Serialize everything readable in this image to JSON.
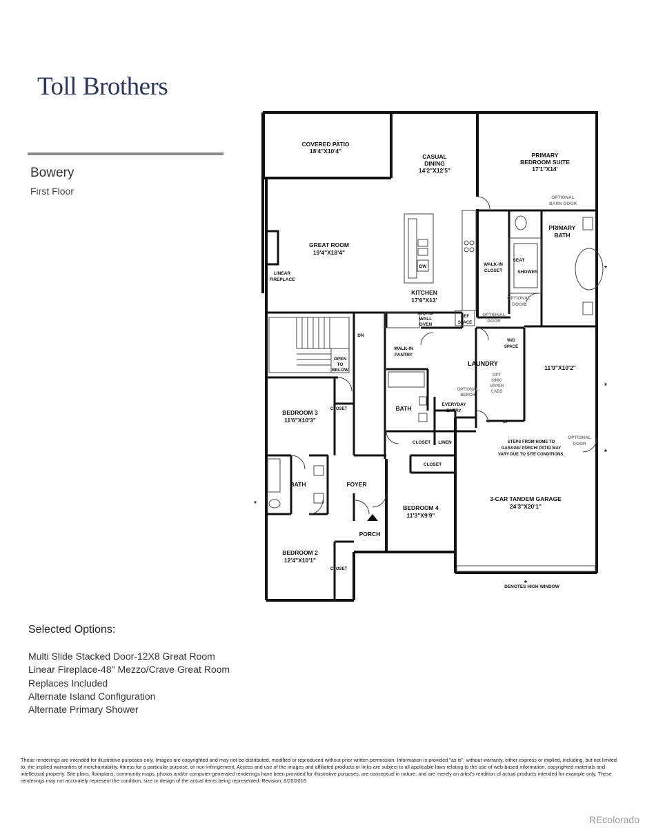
{
  "brand": "Toll Brothers",
  "model": "Bowery",
  "floor": "First Floor",
  "selected_options_heading": "Selected Options:",
  "selected_options": [
    "Multi Slide Stacked Door-12X8 Great Room",
    "Linear Fireplace-48\" Mezzo/Crave Great Room",
    "Replaces Included",
    "Alternate Island Configuration",
    "Alternate Primary Shower"
  ],
  "plan": {
    "covered_patio": {
      "name": "COVERED PATIO",
      "dim": "18'4\"X10'4\""
    },
    "casual_dining": {
      "name1": "CASUAL",
      "name2": "DINING",
      "dim": "14'2\"X12'5\""
    },
    "primary_suite": {
      "name1": "PRIMARY",
      "name2": "BEDROOM SUITE",
      "dim": "17'1\"X14'"
    },
    "optional_barn_door": {
      "l1": "OPTIONAL",
      "l2": "BARN DOOR"
    },
    "primary_bath": {
      "l1": "PRIMARY",
      "l2": "BATH"
    },
    "great_room": {
      "name": "GREAT ROOM",
      "dim": "19'4\"X18'4\""
    },
    "linear_fireplace": {
      "l1": "LINEAR",
      "l2": "FIREPLACE"
    },
    "dw": "DW",
    "kitchen": {
      "name": "KITCHEN",
      "dim": "17'6\"X13'"
    },
    "walk_in_closet": {
      "l1": "WALK-IN",
      "l2": "CLOSET"
    },
    "seat": "SEAT",
    "shower": "SHOWER",
    "optional_door_bath": {
      "l1": "OPTIONAL",
      "l2": "DOOR"
    },
    "optional_door_closet": {
      "l1": "OPTIONAL",
      "l2": "DOOR"
    },
    "micro_wall_oven": {
      "l1": "MICRO/",
      "l2": "WALL",
      "l3": "OVEN"
    },
    "ref_space": {
      "l1": "REF",
      "l2": "SPACE"
    },
    "dn": "DN",
    "walk_in_pantry": {
      "l1": "WALK-IN",
      "l2": "PANTRY"
    },
    "wd_space": {
      "l1": "W/D",
      "l2": "SPACE"
    },
    "laundry": "LAUNDRY",
    "flex_dim": "11'9\"X10'2\"",
    "opt_sink": {
      "l1": "OPT",
      "l2": "SINK/",
      "l3": "UPPER",
      "l4": "CABS"
    },
    "optional_bench": {
      "l1": "OPTIONAL",
      "l2": "BENCH"
    },
    "everyday_entry": {
      "l1": "EVERYDAY",
      "l2": "ENTRY"
    },
    "open_to_below": {
      "l1": "OPEN",
      "l2": "TO",
      "l3": "BELOW"
    },
    "bedroom3": {
      "name": "BEDROOM 3",
      "dim": "11'6\"X10'3\""
    },
    "closet_b3": "CLOSET",
    "bath_center": "BATH",
    "closet_center": "CLOSET",
    "linen": "LINEN",
    "up": "UP",
    "steps_note": {
      "l1": "STEPS FROM HOME TO",
      "l2": "GARAGE/ PORCH/ PATIO MAY",
      "l3": "VARY DUE TO SITE CONDITIONS."
    },
    "optional_door_garage": {
      "l1": "OPTIONAL",
      "l2": "DOOR"
    },
    "bath_left": "BATH",
    "foyer": "FOYER",
    "closet_b4": "CLOSET",
    "bedroom4": {
      "name": "BEDROOM 4",
      "dim": "11'3\"X9'9\""
    },
    "garage": {
      "name": "3-CAR TANDEM GARAGE",
      "dim": "24'3\"X20'1\""
    },
    "porch": "PORCH",
    "bedroom2": {
      "name": "BEDROOM 2",
      "dim": "12'4\"X10'1\""
    },
    "closet_b2": "CLOSET",
    "high_window_note": "DENOTES HIGH WINDOW",
    "star": "*"
  },
  "disclaimer": "These renderings are intended for illustrative purposes only. Images are copyrighted and may not be distributed, modified or reproduced without prior written permission. Information is provided \"as is\", without warranty, either express or implied, including, but not limited to, the implied warranties of merchantability, fitness for a particular purpose, or non-infringement. Access and use of the images and affiliated products or links are subject to all applicable laws relating to the use of web-based information, copyrighted materials and intellectual property. Site plans, floorplans, community maps, photos and/or computer-generated renderings have been provided for illustrative purposes, are conceptual in nature, and are merely an artist's rendition of actual products intended for example only. These renderings may not accurately represent the condition, size or design of the actual items being represented. Revision: 6/25/2016",
  "watermark": "REcolorado"
}
